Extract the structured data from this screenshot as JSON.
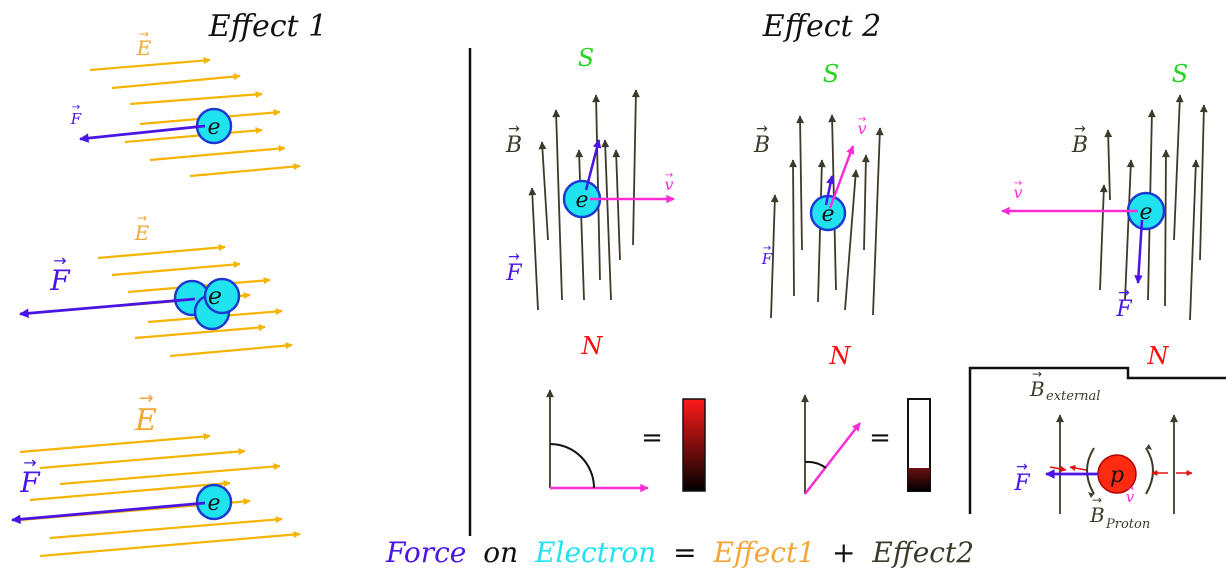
{
  "effect1": {
    "title": "Effect 1",
    "panels": [
      {
        "field_label": "E",
        "force_label": "F",
        "particle": "e"
      },
      {
        "field_label": "E",
        "force_label": "F",
        "particle": "e"
      },
      {
        "field_label": "E",
        "force_label": "F",
        "particle": "e"
      }
    ]
  },
  "effect2": {
    "title": "Effect 2",
    "panels": [
      {
        "south": "S",
        "north": "N",
        "field_label": "B",
        "velocity_label": "v",
        "force_label": "F",
        "particle": "e"
      },
      {
        "south": "S",
        "north": "N",
        "field_label": "B",
        "velocity_label": "v",
        "force_label": "F",
        "particle": "e"
      },
      {
        "south": "S",
        "north": "N",
        "field_label": "B",
        "velocity_label": "v",
        "force_label": "F",
        "particle": "e"
      }
    ],
    "equals": "=",
    "inset": {
      "external_label": "B",
      "external_sub": "external",
      "proton_label": "B",
      "proton_sub": "Proton",
      "particle": "p",
      "force_label": "F",
      "velocity_label": "v"
    }
  },
  "equation": {
    "force": "Force",
    "on": "on",
    "electron": "Electron",
    "eq": "=",
    "effect1": "Effect1",
    "plus": "+",
    "effect2": "Effect2"
  },
  "colors": {
    "efield": "#f5b400",
    "efield_label": "#f4a638",
    "force": "#4a14e6",
    "bfield": "#3d3a2a",
    "velocity": "#ff2bd4",
    "electron_fill": "#20e3f0",
    "electron_stroke": "#1d3ad0",
    "proton_fill": "#ff2b10",
    "south": "#25d51f",
    "north": "#ff0a0a",
    "text": "#111111"
  }
}
